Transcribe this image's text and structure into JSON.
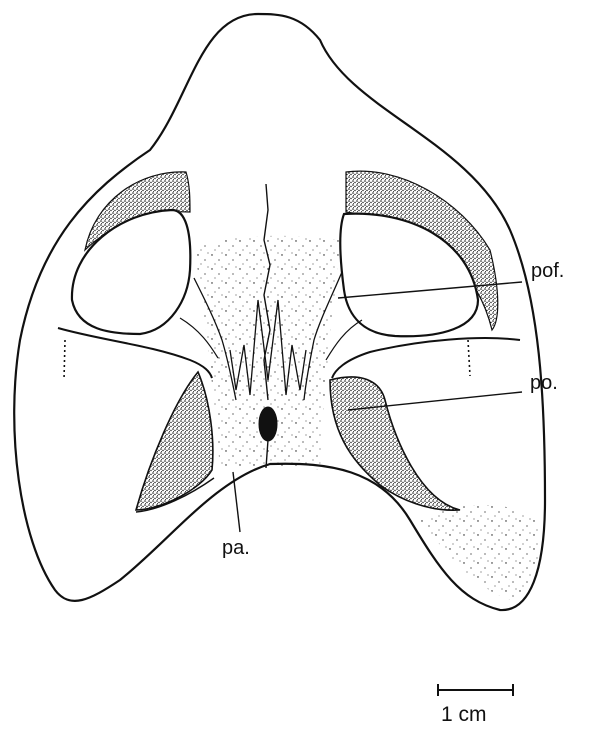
{
  "figure": {
    "labels": {
      "pof": "pof.",
      "po": "po.",
      "pa": "pa."
    },
    "scale_bar": {
      "text": "1 cm"
    },
    "colors": {
      "ink": "#111111",
      "paper": "#ffffff"
    }
  }
}
